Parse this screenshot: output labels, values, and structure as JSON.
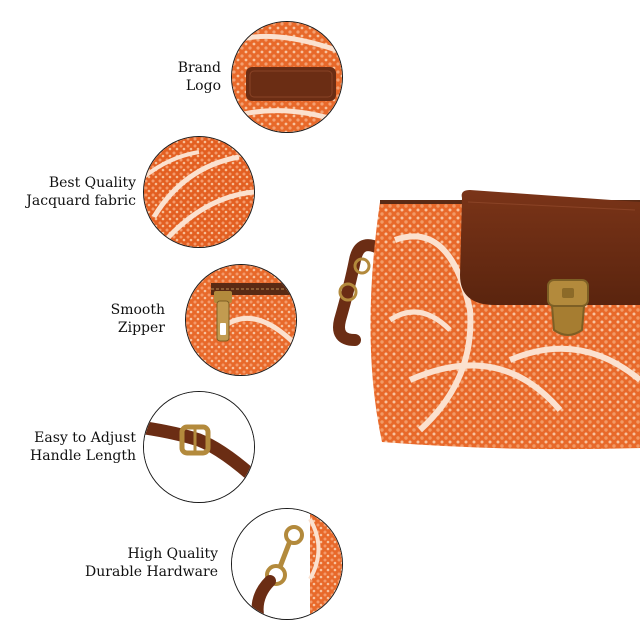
{
  "features": [
    {
      "line1": "Brand",
      "line2": "Logo",
      "icon": "brand-logo-closeup"
    },
    {
      "line1": "Best Quality",
      "line2": "Jacquard fabric",
      "icon": "fabric-closeup"
    },
    {
      "line1": "Smooth",
      "line2": "Zipper",
      "icon": "zipper-closeup"
    },
    {
      "line1": "Easy to Adjust",
      "line2": "Handle Length",
      "icon": "strap-buckle-closeup"
    },
    {
      "line1": "High Quality",
      "line2": "Durable Hardware",
      "icon": "hardware-closeup"
    }
  ],
  "colors": {
    "fabric_orange": "#e8692a",
    "fabric_light": "#f6c9a8",
    "leather_brown": "#6b2d14",
    "brass": "#b38a3c"
  }
}
